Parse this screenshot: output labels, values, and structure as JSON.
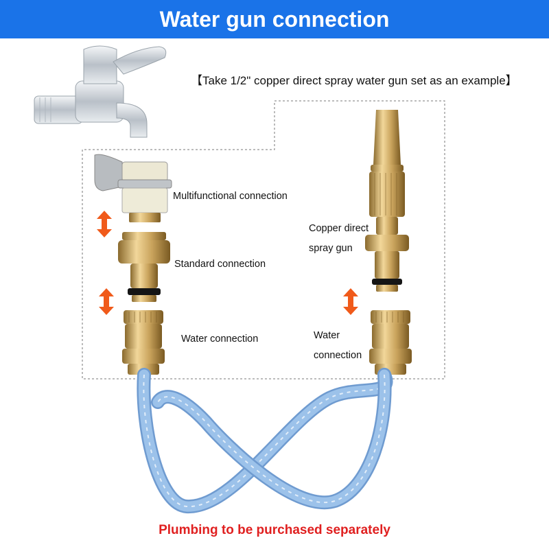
{
  "colors": {
    "header_bg": "#1a73e8",
    "brass": "#c9a35c",
    "hose": "#8fb6e0",
    "arrow": "#f05a1a",
    "footer_text": "#e02020"
  },
  "header": {
    "title": "Water gun connection"
  },
  "subtitle": "【Take 1/2\" copper direct spray water gun set as an example】",
  "labels": {
    "multifunctional": "Multifunctional connection",
    "standard": "Standard connection",
    "water_left": "Water connection",
    "gun_line1": "Copper direct",
    "gun_line2": "spray gun",
    "water_right_line1": "Water",
    "water_right_line2": "connection"
  },
  "footer": {
    "note": "Plumbing to be purchased separately"
  },
  "icons": [
    "faucet-icon",
    "double-arrow-icon",
    "brass-connector-icon",
    "spray-gun-icon",
    "hose-icon"
  ]
}
